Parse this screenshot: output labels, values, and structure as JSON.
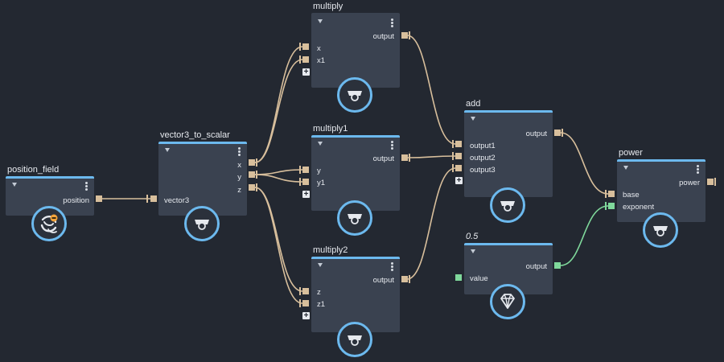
{
  "colors": {
    "background": "#232831",
    "node": "#3a4250",
    "accent": "#6cb9ee",
    "port": "#d8bf9c",
    "port_float": "#7fd89b",
    "text": "#e6e9ee"
  },
  "nodes": {
    "position_field": {
      "title": "position_field",
      "outputs": [
        "position"
      ],
      "icon": "swirl-logo-icon"
    },
    "vector3_to_scalar": {
      "title": "vector3_to_scalar",
      "inputs": [
        "vector3"
      ],
      "outputs": [
        "x",
        "y",
        "z"
      ],
      "icon": "component-icon"
    },
    "multiply": {
      "title": "multiply",
      "inputs": [
        "x",
        "x1"
      ],
      "outputs": [
        "output"
      ],
      "icon": "component-icon"
    },
    "multiply1": {
      "title": "multiply1",
      "inputs": [
        "y",
        "y1"
      ],
      "outputs": [
        "output"
      ],
      "icon": "component-icon"
    },
    "multiply2": {
      "title": "multiply2",
      "inputs": [
        "z",
        "z1"
      ],
      "outputs": [
        "output"
      ],
      "icon": "component-icon"
    },
    "add": {
      "title": "add",
      "inputs": [
        "output1",
        "output2",
        "output3"
      ],
      "outputs": [
        "output"
      ],
      "icon": "component-icon"
    },
    "value": {
      "title": "0.5",
      "inputs": [
        "value"
      ],
      "outputs": [
        "output"
      ],
      "icon": "diamond-icon"
    },
    "power": {
      "title": "power",
      "inputs": [
        "base",
        "exponent"
      ],
      "outputs": [
        "power"
      ],
      "icon": "component-icon"
    }
  }
}
